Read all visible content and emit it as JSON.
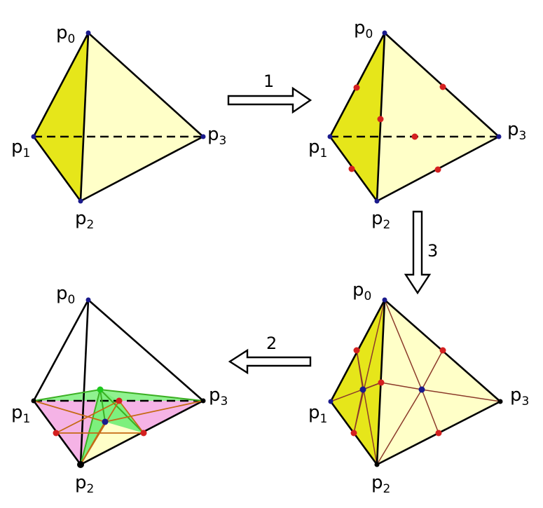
{
  "vertex_labels": {
    "p0": {
      "base": "p",
      "index": "0"
    },
    "p1": {
      "base": "p",
      "index": "1"
    },
    "p2": {
      "base": "p",
      "index": "2"
    },
    "p3": {
      "base": "p",
      "index": "3"
    }
  },
  "steps": {
    "step1": "1",
    "step2": "2",
    "step3": "3"
  },
  "colors": {
    "left_face": "#e6e61a",
    "right_face": "#ffffc8",
    "pink_face": "#f5b3e6",
    "green_face": "#7df07d",
    "vertex_point": "#1a1a8c",
    "midpoint": "#d42020",
    "green_point": "#1ec81e",
    "black_point": "#000000"
  }
}
